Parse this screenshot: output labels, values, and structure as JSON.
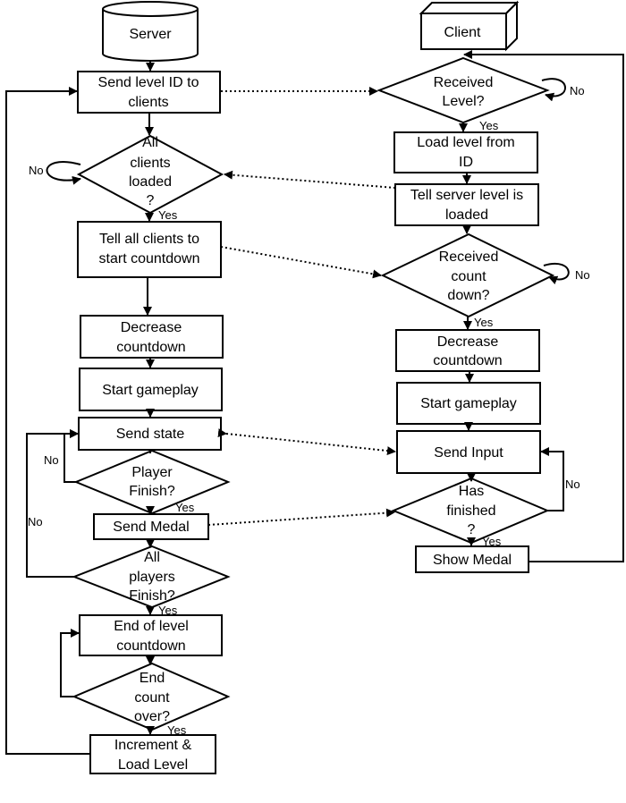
{
  "server": {
    "start": "Server",
    "send_level": [
      "Send level ID to",
      "clients"
    ],
    "all_loaded": [
      "All",
      "clients",
      "loaded",
      "?"
    ],
    "tell_countdown": [
      "Tell all clients to",
      "start countdown"
    ],
    "decrease": [
      "Decrease",
      "countdown"
    ],
    "start_gameplay": "Start gameplay",
    "send_state": "Send state",
    "player_finish": [
      "Player",
      "Finish?"
    ],
    "send_medal": "Send Medal",
    "all_finish": [
      "All",
      "players",
      "Finish?"
    ],
    "end_countdown": [
      "End of level",
      "countdown"
    ],
    "end_over": [
      "End",
      "count",
      "over?"
    ],
    "increment": [
      "Increment &",
      "Load Level"
    ]
  },
  "client": {
    "start": "Client",
    "received_level": [
      "Received",
      "Level?"
    ],
    "load_level": [
      "Load level from",
      "ID"
    ],
    "tell_loaded": [
      "Tell server level is",
      "loaded"
    ],
    "received_countdown": [
      "Received",
      "count",
      "down?"
    ],
    "decrease": [
      "Decrease",
      "countdown"
    ],
    "start_gameplay": "Start gameplay",
    "send_input": "Send Input",
    "has_finished": [
      "Has",
      "finished",
      "?"
    ],
    "show_medal": "Show Medal"
  },
  "labels": {
    "yes": "Yes",
    "no": "No"
  }
}
